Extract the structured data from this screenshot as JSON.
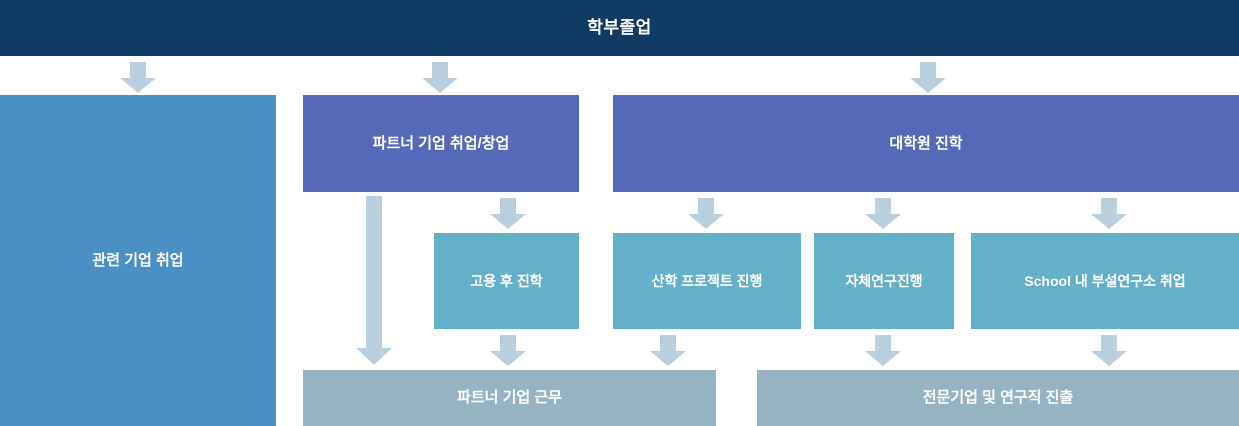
{
  "diagram": {
    "title": "학부졸업",
    "colors": {
      "title_bg": "#0f3a63",
      "level1_blue": "#4a90c4",
      "level1_indigo": "#5569b8",
      "level2": "#64b0ca",
      "level3": "#97b2c0",
      "arrow": "#b9cfdd"
    },
    "nodes": {
      "related_company": "관련 기업 취업",
      "partner_company": "파트너 기업 취업/창업",
      "grad_school": "대학원 진학",
      "employ_then_study": "고용 후 진학",
      "industry_project": "산학 프로젝트 진행",
      "own_research": "자체연구진행",
      "school_lab_job": "School 내 부설연구소 취업",
      "partner_work": "파트너 기업 근무",
      "specialist_career": "전문기업 및 연구직 진출"
    }
  }
}
